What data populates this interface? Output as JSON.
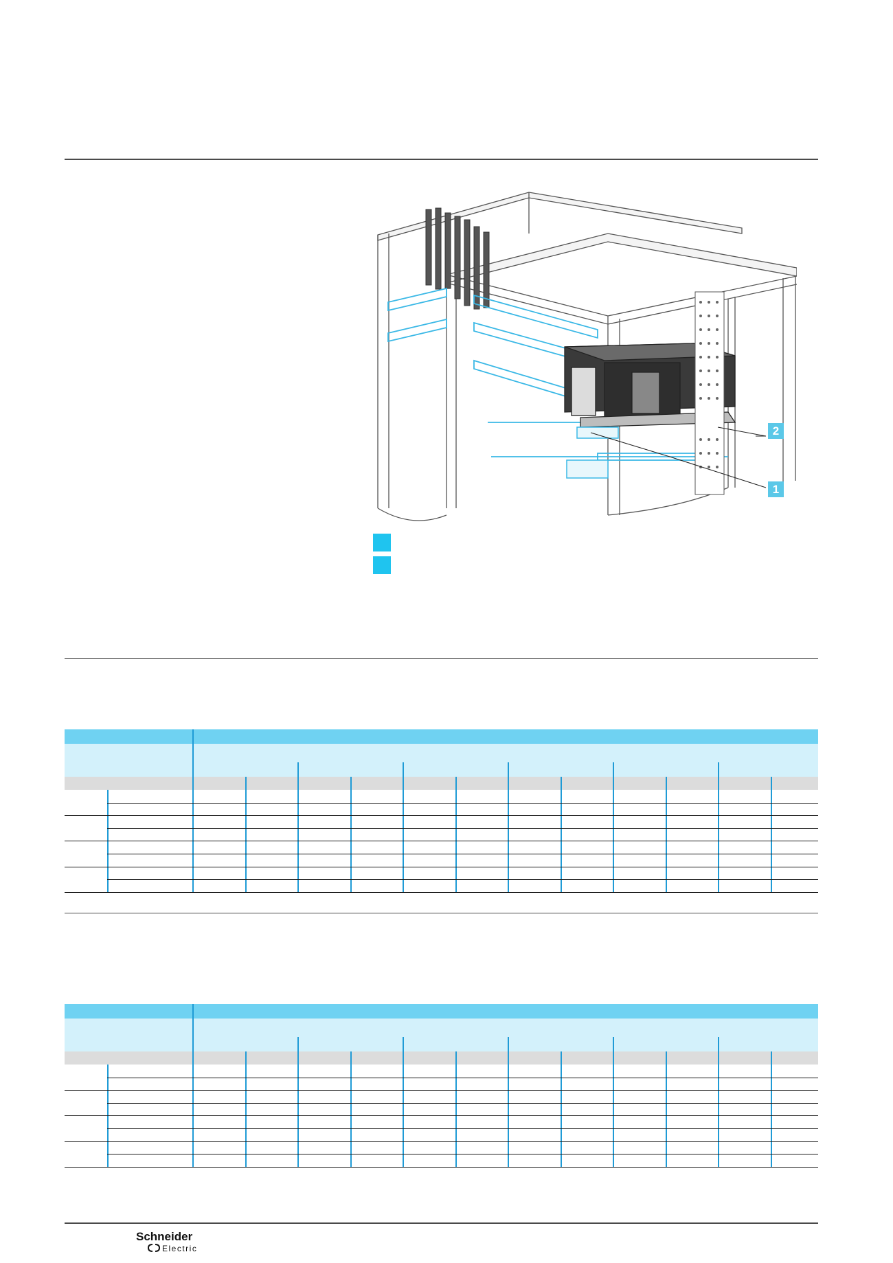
{
  "page": {
    "callouts": [
      {
        "label": "2"
      },
      {
        "label": "1"
      }
    ],
    "legend_items": [
      {
        "color": "#1fc4ef"
      },
      {
        "color": "#1fc4ef"
      }
    ],
    "tables": [
      {
        "rows": 8,
        "value_columns": 12,
        "column_groups": 6
      },
      {
        "rows": 8,
        "value_columns": 12,
        "column_groups": 6
      }
    ]
  },
  "footer": {
    "brand_line1": "Schneider",
    "brand_line2": "Electric"
  },
  "colors": {
    "accent": "#5bc8e8",
    "header_dark": "#6fd2f2",
    "header_light": "#d3f1fb",
    "subheader_grey": "#dcdcdc",
    "divider_blue": "#1f9bd6"
  }
}
